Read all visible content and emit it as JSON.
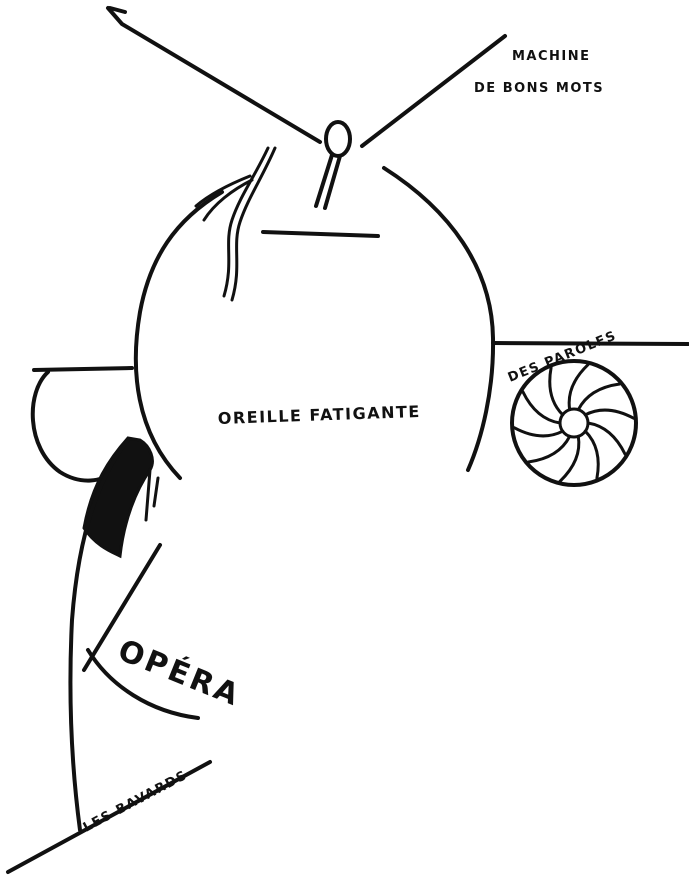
{
  "labels": {
    "machine_line1": "MACHINE",
    "machine_line2": "DE BONS MOTS",
    "oreille": "OREILLE FATIGANTE",
    "paroles": "DES PAROLES",
    "opera": "OPÉRA",
    "bavards": "LES BAVARDS"
  }
}
